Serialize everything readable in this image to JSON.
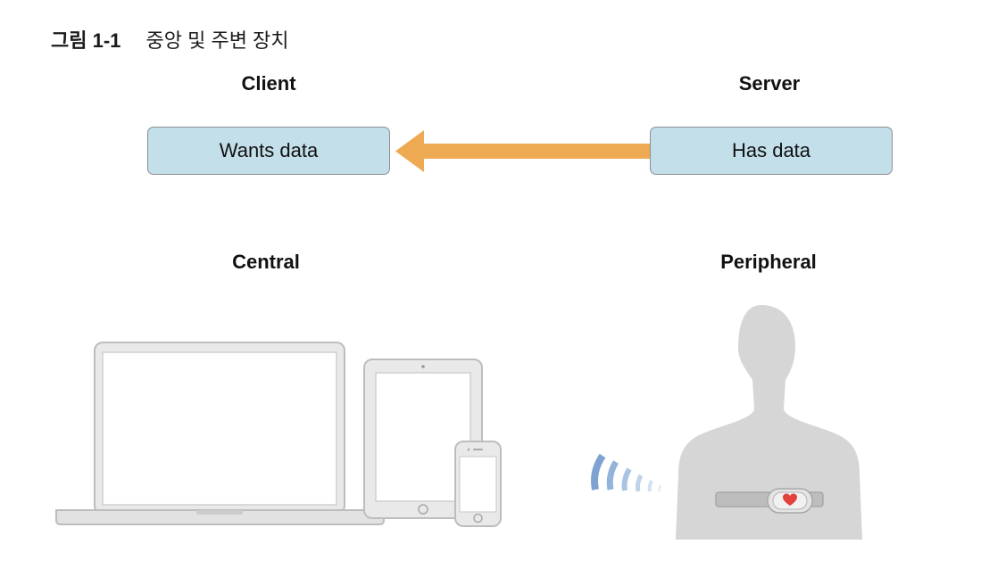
{
  "caption": {
    "number": "그림 1-1",
    "title": "중앙 및 주변 장치"
  },
  "roles": {
    "client": {
      "heading": "Client",
      "box_label": "Wants data"
    },
    "server": {
      "heading": "Server",
      "box_label": "Has data"
    }
  },
  "devices": {
    "central_heading": "Central",
    "peripheral_heading": "Peripheral"
  },
  "colors": {
    "box_fill": "#c3dfea",
    "box_border": "#8b8f93",
    "arrow": "#eeaa52",
    "device_gray": "#d6d6d6",
    "signal_blue": "#7fa3d1",
    "heart": "#e2413e"
  }
}
